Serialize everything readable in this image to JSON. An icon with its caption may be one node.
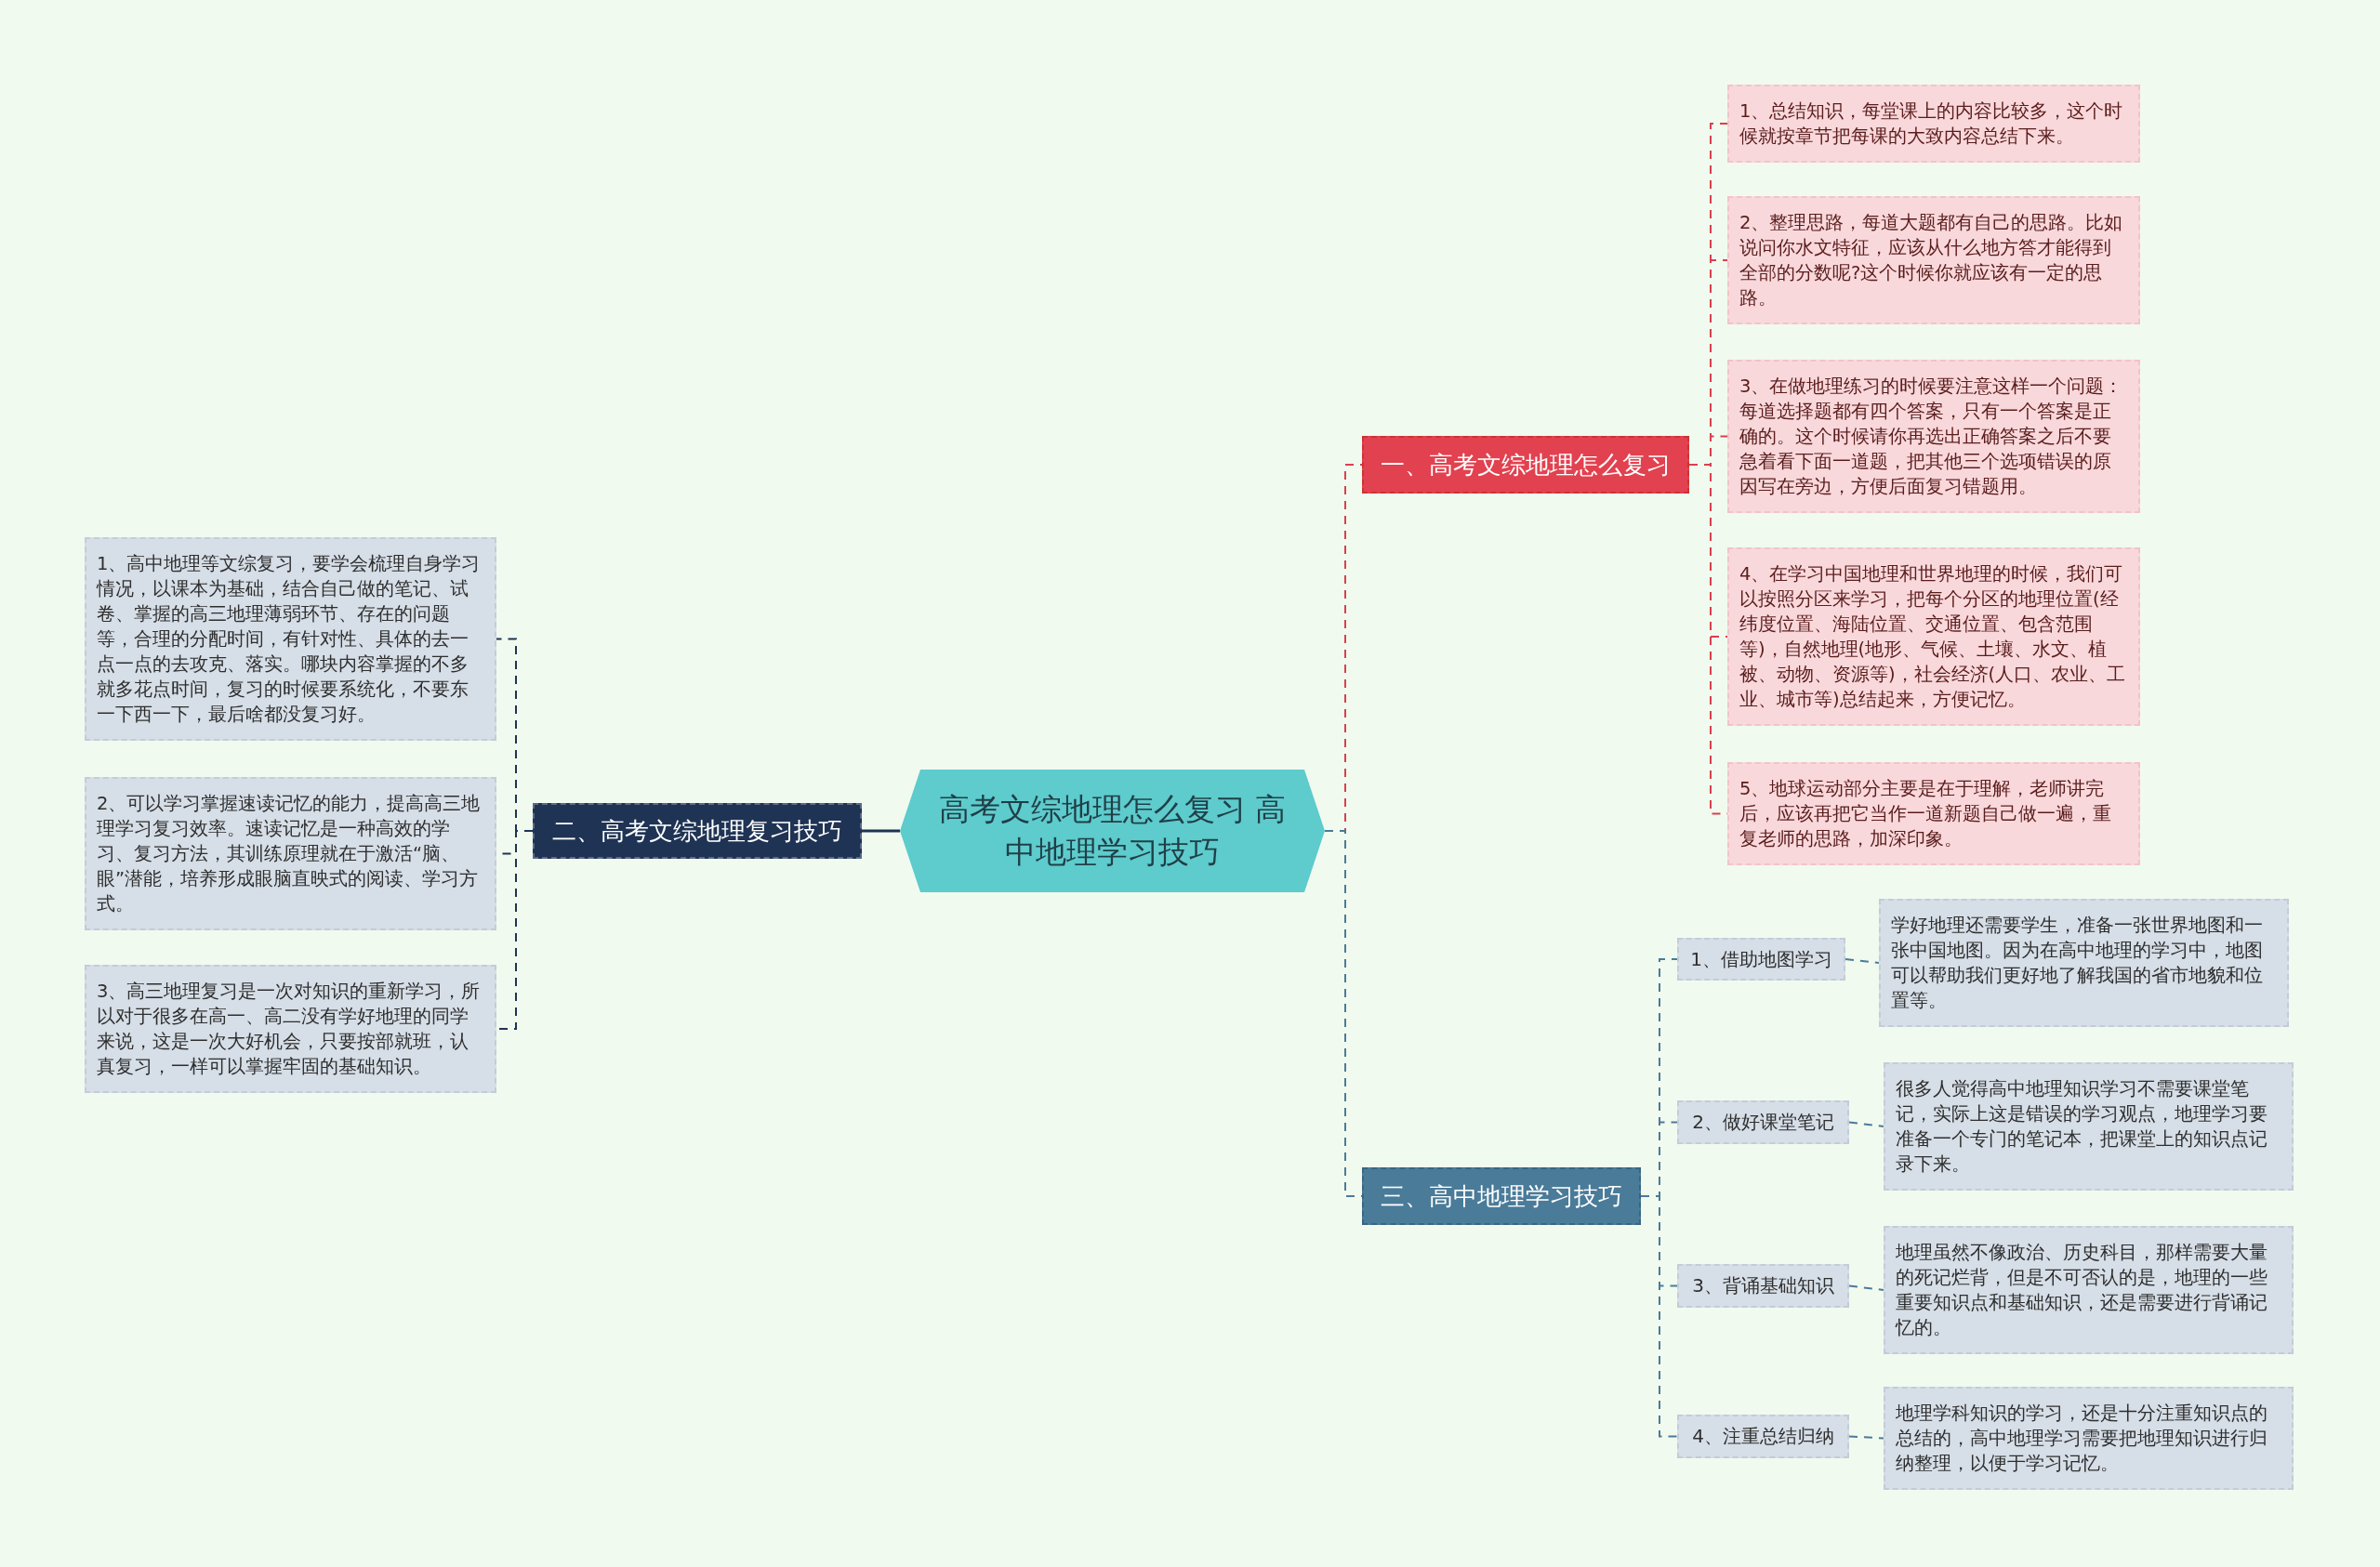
{
  "diagram": {
    "nodes": [
      {
        "text": [
          "高考文综地理怎么复习 高中地理学习技巧"
        ]
      },
      {
        "text": [
          "一、高考文综地理怎么复习"
        ]
      },
      {
        "text": [
          "1、总结知识，每堂课上的内容比较多，这个时候就按章节把每课的大致内容总结下来。"
        ]
      },
      {
        "text": [
          "2、整理思路，每道大题都有自己的思路。比如说问你水文特征，应该从什么地方答才能得到全部的分数呢?这个时候你就应该有一定的思路。"
        ]
      },
      {
        "text": [
          "3、在做地理练习的时候要注意这样一个问题：每道选择题都有四个答案，只有一个答案是正确的。这个时候请你再选出正确答案之后不要急着看下面一道题，把其他三个选项错误的原因写在旁边，方便后面复习错题用。"
        ]
      },
      {
        "text": [
          "4、在学习中国地理和世界地理的时候，我们可以按照分区来学习，把每个分区的地理位置(经纬度位置、海陆位置、交通位置、包含范围等)，自然地理(地形、气候、土壤、水文、植被、动物、资源等)，社会经济(人口、农业、工业、城市等)总结起来，方便记忆。"
        ]
      },
      {
        "text": [
          "5、地球运动部分主要是在于理解，老师讲完后，应该再把它当作一道新题自己做一遍，重复老师的思路，加深印象。"
        ]
      },
      {
        "text": [
          "二、高考文综地理复习技巧"
        ]
      },
      {
        "text": [
          "1、高中地理等文综复习，要学会梳理自身学习情况，以课本为基础，结合自己做的笔记、试卷、掌握的高三地理薄弱环节、存在的问题等，合理的分配时间，有针对性、具体的去一点一点的去攻克、落实。哪块内容掌握的不多就多花点时间，复习的时候要系统化，不要东一下西一下，最后啥都没复习好。"
        ]
      },
      {
        "text": [
          "2、可以学习掌握速读记忆的能力，提高高三地理学习复习效率。速读记忆是一种高效的学习、复习方法，其训练原理就在于激活“脑、眼”潜能，培养形成眼脑直映式的阅读、学习方式。"
        ]
      },
      {
        "text": [
          "3、高三地理复习是一次对知识的重新学习，所以对于很多在高一、高二没有学好地理的同学来说，这是一次大好机会，只要按部就班，认真复习，一样可以掌握牢固的基础知识。"
        ]
      },
      {
        "text": [
          "三、高中地理学习技巧"
        ]
      },
      {
        "text": [
          "1、借助地图学习"
        ]
      },
      {
        "text": [
          "学好地理还需要学生，准备一张世界地图和一张中国地图。因为在高中地理的学习中，地图可以帮助我们更好地了解我国的省市地貌和位置等。"
        ]
      },
      {
        "text": [
          "2、做好课堂笔记"
        ]
      },
      {
        "text": [
          "很多人觉得高中地理知识学习不需要课堂笔记，实际上这是错误的学习观点，地理学习要准备一个专门的笔记本，把课堂上的知识点记录下来。"
        ]
      },
      {
        "text": [
          "3、背诵基础知识"
        ]
      },
      {
        "text": [
          "地理虽然不像政治、历史科目，那样需要大量的死记烂背，但是不可否认的是，地理的一些重要知识点和基础知识，还是需要进行背诵记忆的。"
        ]
      },
      {
        "text": [
          "4、注重总结归纳"
        ]
      },
      {
        "text": [
          "地理学科知识的学习，还是十分注重知识点的总结的，高中地理学习需要把地理知识进行归纳整理，以便于学习记忆。"
        ]
      }
    ],
    "edges": [
      {
        "from": 0,
        "to": 1,
        "arrow": "none",
        "style": "dashed",
        "color": "#d9404c"
      },
      {
        "from": 1,
        "to": 2,
        "arrow": "none",
        "style": "dashed",
        "color": "#d9404c"
      },
      {
        "from": 1,
        "to": 3,
        "arrow": "none",
        "style": "dashed",
        "color": "#d9404c"
      },
      {
        "from": 1,
        "to": 4,
        "arrow": "none",
        "style": "dashed",
        "color": "#d9404c"
      },
      {
        "from": 1,
        "to": 5,
        "arrow": "none",
        "style": "dashed",
        "color": "#d9404c"
      },
      {
        "from": 1,
        "to": 6,
        "arrow": "none",
        "style": "dashed",
        "color": "#d9404c"
      },
      {
        "from": 0,
        "to": 7,
        "arrow": "none",
        "color": "#1f3354"
      },
      {
        "from": 7,
        "to": 8,
        "arrow": "none",
        "style": "dashed",
        "color": "#1f3354"
      },
      {
        "from": 7,
        "to": 9,
        "arrow": "none",
        "style": "dashed",
        "color": "#1f3354"
      },
      {
        "from": 7,
        "to": 10,
        "arrow": "none",
        "style": "dashed",
        "color": "#1f3354"
      },
      {
        "from": 0,
        "to": 11,
        "arrow": "none",
        "style": "dashed"
      },
      {
        "from": 11,
        "to": 12,
        "arrow": "none",
        "style": "dashed"
      },
      {
        "from": 11,
        "to": 14,
        "arrow": "none",
        "style": "dashed"
      },
      {
        "from": 11,
        "to": 16,
        "arrow": "none",
        "style": "dashed"
      },
      {
        "from": 11,
        "to": 18,
        "arrow": "none",
        "style": "dashed"
      },
      {
        "from": 12,
        "to": 13,
        "arrow": "none",
        "style": "dashed"
      },
      {
        "from": 14,
        "to": 15,
        "arrow": "none",
        "style": "dashed"
      },
      {
        "from": 16,
        "to": 17,
        "arrow": "none",
        "style": "dashed"
      },
      {
        "from": 18,
        "to": 19,
        "arrow": "none",
        "style": "dashed"
      }
    ]
  }
}
